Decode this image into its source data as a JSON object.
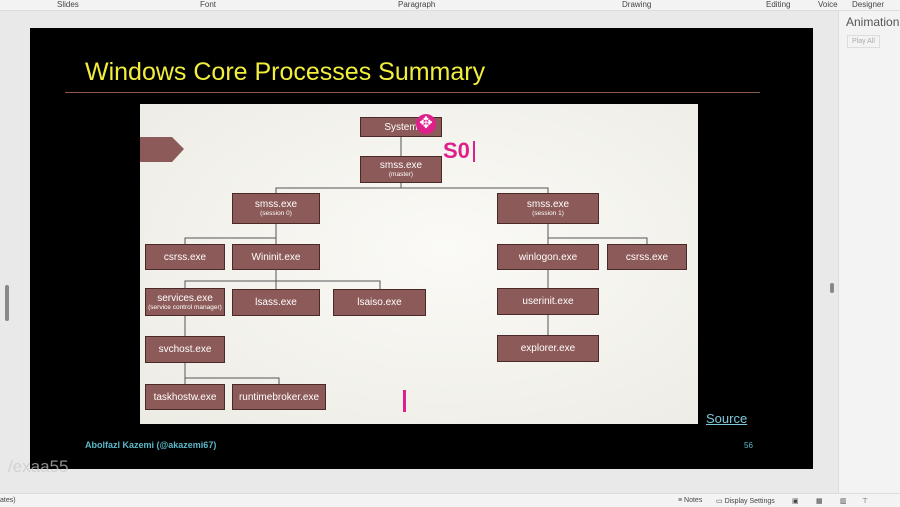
{
  "ribbon": {
    "groups": [
      "Slides",
      "Font",
      "Paragraph",
      "Drawing",
      "Editing",
      "Voice",
      "Designer"
    ]
  },
  "pane": {
    "title": "Animation",
    "play_all": "Play All"
  },
  "slide": {
    "title": "Windows Core Processes Summary",
    "footer": "Abolfazl Kazemi (@akazemi67)",
    "page_number": "56",
    "source_link": "Source",
    "annotation": "S0",
    "colors": {
      "title": "#f2ee3c",
      "box": "#8c5a58",
      "footer": "#5ab8c8",
      "annotation": "#e0208a"
    },
    "boxes": {
      "system": "System",
      "smss_master": "smss.exe",
      "smss_master_sub": "(master)",
      "smss_s0": "smss.exe",
      "smss_s0_sub": "(session 0)",
      "smss_s1": "smss.exe",
      "smss_s1_sub": "(session 1)",
      "csrss_left": "csrss.exe",
      "wininit": "Wininit.exe",
      "winlogon": "winlogon.exe",
      "csrss_right": "csrss.exe",
      "services": "services.exe",
      "services_sub": "(service control manager)",
      "lsass": "lsass.exe",
      "lsaiso": "lsaiso.exe",
      "userinit": "userinit.exe",
      "svchost": "svchost.exe",
      "explorer": "explorer.exe",
      "taskhostw": "taskhostw.exe",
      "runtimebroker": "runtimebroker.exe"
    }
  },
  "watermark": "/exaa55",
  "status": {
    "left": "ates)",
    "notes": "Notes",
    "display_settings": "Display Settings"
  }
}
